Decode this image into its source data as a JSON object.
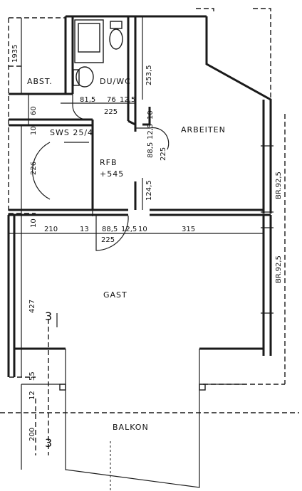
{
  "rooms": {
    "abst": "ABST.",
    "du_wc": "DU/WC",
    "arbeiten": "ARBEITEN",
    "sws": "SWS 25/4",
    "rfb": "RFB",
    "rfb_height": "+545",
    "gast": "GAST",
    "balkon": "BALKON"
  },
  "dimensions": {
    "d1935": "1935",
    "d2535": "253,5",
    "d81": "81,5",
    "d76": "76",
    "d125a": "12,5",
    "d225a": "225",
    "d60": "60",
    "d10a": "10",
    "d10b": "10",
    "d125b": "12,5",
    "d885a": "88,5",
    "d225b": "225",
    "d226": "226",
    "d1245": "124,5",
    "br925a": "BR.92,5",
    "br925b": "BR.92,5",
    "d10c": "10",
    "d210": "210",
    "d13": "13",
    "d885b": "88,5",
    "d125c": "12,5",
    "d10d": "10",
    "d315": "315",
    "d225c": "225",
    "d427": "427",
    "d55": "55",
    "d12": "12",
    "d200": "200"
  },
  "section_marks": {
    "top": "3",
    "bottom": "3"
  }
}
